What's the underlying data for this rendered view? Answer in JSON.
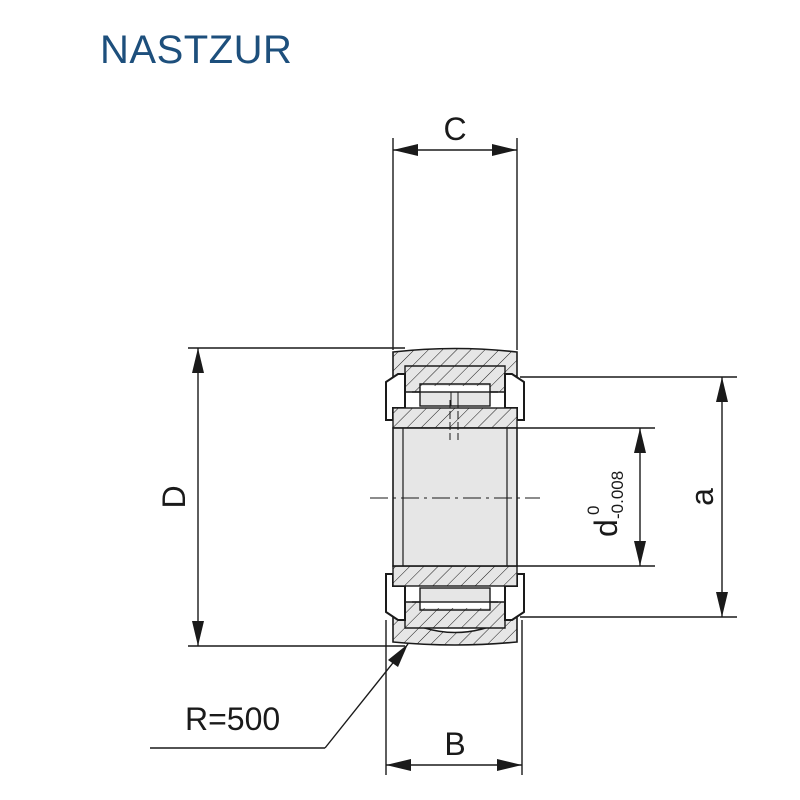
{
  "title": "NASTZUR",
  "dimensions": {
    "C": "C",
    "B": "B",
    "D": "D",
    "a": "a",
    "d": "d",
    "d_upper_tol": "0",
    "d_lower_tol": "-0.008",
    "radius": "R=500"
  },
  "colors": {
    "title": "#1d4f7c",
    "line": "#1a1a1a",
    "fill": "#e6e6e6"
  }
}
